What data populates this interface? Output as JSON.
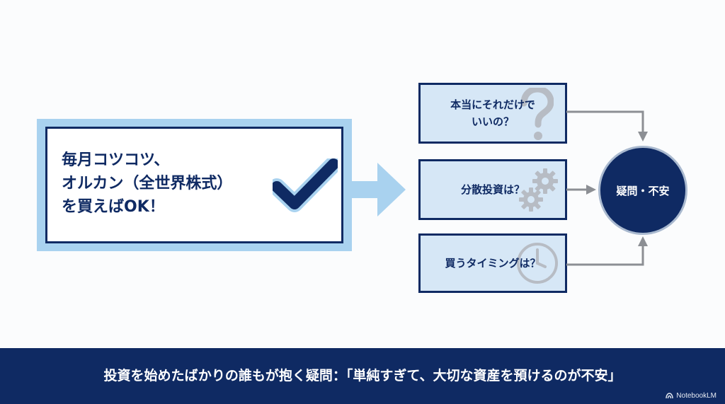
{
  "main_statement": {
    "lines": [
      "毎月コツコツ、",
      "オルカン（全世界株式）",
      "を買えばOK！"
    ],
    "icon": "checkmark-icon"
  },
  "questions": [
    {
      "lines": [
        "本当にそれだけで",
        "いいの？"
      ],
      "icon": "question-mark-icon"
    },
    {
      "lines": [
        "分散投資は？"
      ],
      "icon": "gears-icon"
    },
    {
      "lines": [
        "買うタイミングは？"
      ],
      "icon": "clock-icon"
    }
  ],
  "result": {
    "label": "疑問・不安"
  },
  "caption": "投資を始めたばかりの誰もが抱く疑問：「単純すぎて、大切な資産を預けるのが不安」",
  "watermark": "NotebookLM",
  "colors": {
    "navy": "#0f2a63",
    "light_blue": "#a9d2ef",
    "box_fill": "#d6e7f6",
    "connector_gray": "#8c8f94"
  }
}
